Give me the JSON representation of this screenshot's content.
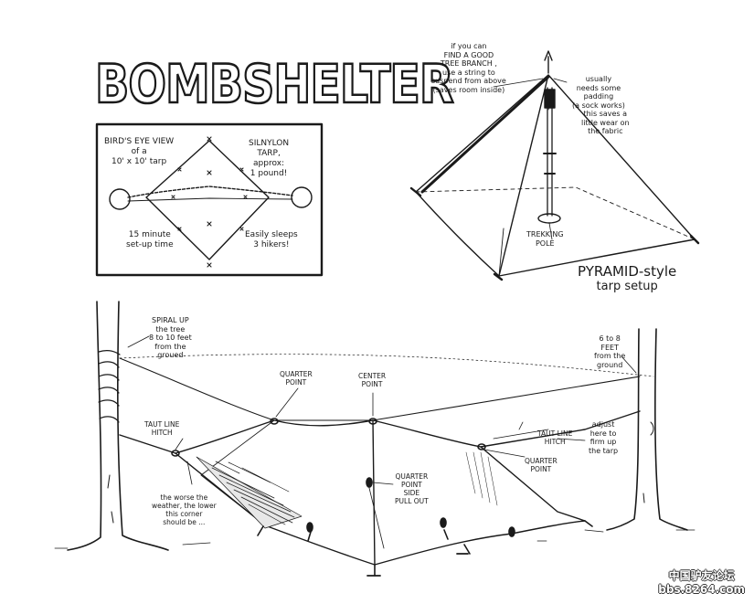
{
  "title": "BOMBSHELTER",
  "birdseye_box": {
    "view_label": "BIRD'S EYE VIEW\nof a\n10' x 10' tarp",
    "tarp_label": "SILNYLON\nTARP,\napprox:\n1 pound!",
    "setup_label": "15 minute\nset-up time",
    "sleeps_label": "Easily sleeps\n3 hikers!"
  },
  "pyramid": {
    "branch_note": "if you can\nFIND A GOOD\nTREE BRANCH ,\nuse a string to\nsuspend from above\n(saves room inside)",
    "padding_note": "usually\nneeds some\npadding\n(a sock works)",
    "wear_note": "this saves a\nlittle wear on\nthe fabric",
    "pole_label": "TREKKING\nPOLE",
    "style_label_1": "PYRAMID-style",
    "style_label_2": "tarp setup"
  },
  "shelter": {
    "spiral_note": "SPIRAL UP\nthe tree\n8 to 10 feet\nfrom the\ngroued",
    "height_note": "6 to 8\nFEET\nfrom the\nground",
    "quarter_point_top": "QUARTER\nPOINT",
    "center_point": "CENTER\nPOINT",
    "taut_line_left": "TAUT LINE\nHITCH",
    "taut_line_right": "TAUT LINE\nHITCH",
    "adjust_note": "adjust\nhere to\nfirm up\nthe tarp",
    "quarter_point_right": "QUARTER\nPOINT",
    "side_pull_note": "QUARTER\nPOINT\nSIDE\nPULL OUT",
    "weather_note": "the worse the\nweather, the lower\nthis corner\nshould be ..."
  },
  "watermark": {
    "line1": "中国驴友论坛",
    "line2": "bbs.8264.com"
  }
}
